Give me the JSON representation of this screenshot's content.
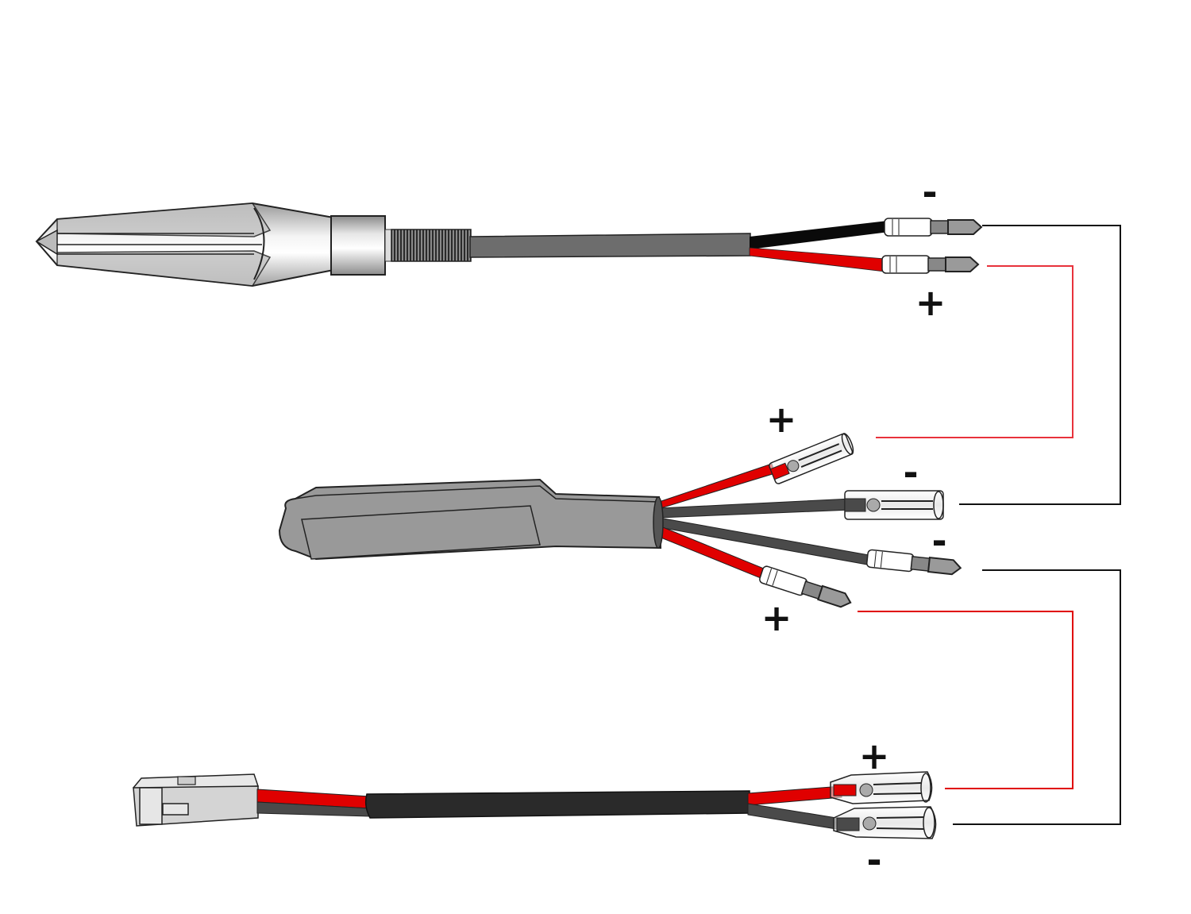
{
  "diagram": {
    "type": "wiring-diagram",
    "colors": {
      "positive_wire": "#e00000",
      "negative_wire": "#111111",
      "connector_line_positive": "#e8323c",
      "connector_line_negative": "#111111",
      "housing_gray": "#999999",
      "cable_gray": "#6d6d6d",
      "sleeve_black": "#2a2a2a"
    },
    "components": [
      {
        "id": "led-indicator",
        "description": "LED turn signal indicator with threaded stem and two bullet terminals",
        "terminals": [
          {
            "polarity": "-",
            "label": "-",
            "wire_color": "black"
          },
          {
            "polarity": "+",
            "label": "+",
            "wire_color": "red"
          }
        ]
      },
      {
        "id": "load-resistor",
        "description": "Resistor module with four leads",
        "terminals": [
          {
            "polarity": "+",
            "label": "+",
            "type": "female-sleeve",
            "wire_color": "red"
          },
          {
            "polarity": "-",
            "label": "-",
            "type": "female-sleeve",
            "wire_color": "black"
          },
          {
            "polarity": "-",
            "label": "-",
            "type": "bullet-male",
            "wire_color": "black"
          },
          {
            "polarity": "+",
            "label": "+",
            "type": "bullet-male",
            "wire_color": "red"
          }
        ]
      },
      {
        "id": "adapter-harness",
        "description": "Plug adapter cable with 2-pin connector and two female sleeve terminals",
        "terminals": [
          {
            "polarity": "+",
            "label": "+",
            "type": "female-sleeve",
            "wire_color": "red"
          },
          {
            "polarity": "-",
            "label": "-",
            "type": "female-sleeve",
            "wire_color": "black"
          }
        ]
      }
    ],
    "connections": [
      {
        "from": "led-indicator.-",
        "to": "load-resistor.- (sleeve)",
        "color": "black"
      },
      {
        "from": "led-indicator.+",
        "to": "load-resistor.+ (sleeve)",
        "color": "red"
      },
      {
        "from": "load-resistor.- (bullet)",
        "to": "adapter-harness.-",
        "color": "black"
      },
      {
        "from": "load-resistor.+ (bullet)",
        "to": "adapter-harness.+",
        "color": "red"
      }
    ],
    "labels": {
      "led_minus": "-",
      "led_plus": "+",
      "res_sleeve_plus": "+",
      "res_sleeve_minus": "-",
      "res_bullet_minus": "-",
      "res_bullet_plus": "+",
      "adapter_plus": "+",
      "adapter_minus": "-"
    }
  }
}
